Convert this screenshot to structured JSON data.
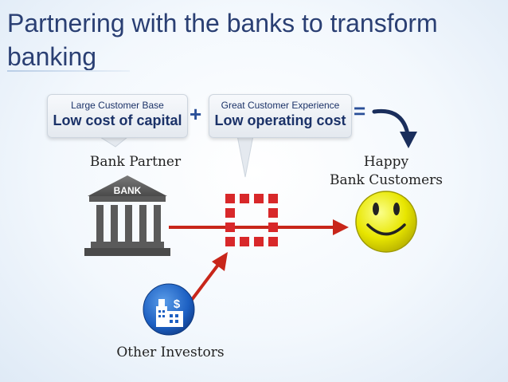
{
  "title": "Partnering with the banks to transform banking",
  "bubble_left": {
    "small": "Large Customer Base",
    "big": "Low cost of capital"
  },
  "bubble_right": {
    "small": "Great Customer Experience",
    "big": "Low operating cost"
  },
  "plus": "+",
  "equals": "=",
  "bank_partner_label": "Bank Partner",
  "bank_sign": "BANK",
  "happy_label_1": "Happy",
  "happy_label_2": "Bank Customers",
  "investors_label": "Other Investors",
  "investor_symbol": "$",
  "colors": {
    "title": "#2a3f73",
    "arrow": "#c8261a",
    "grid": "#d8282a",
    "accent_blue": "#2a4f98"
  }
}
